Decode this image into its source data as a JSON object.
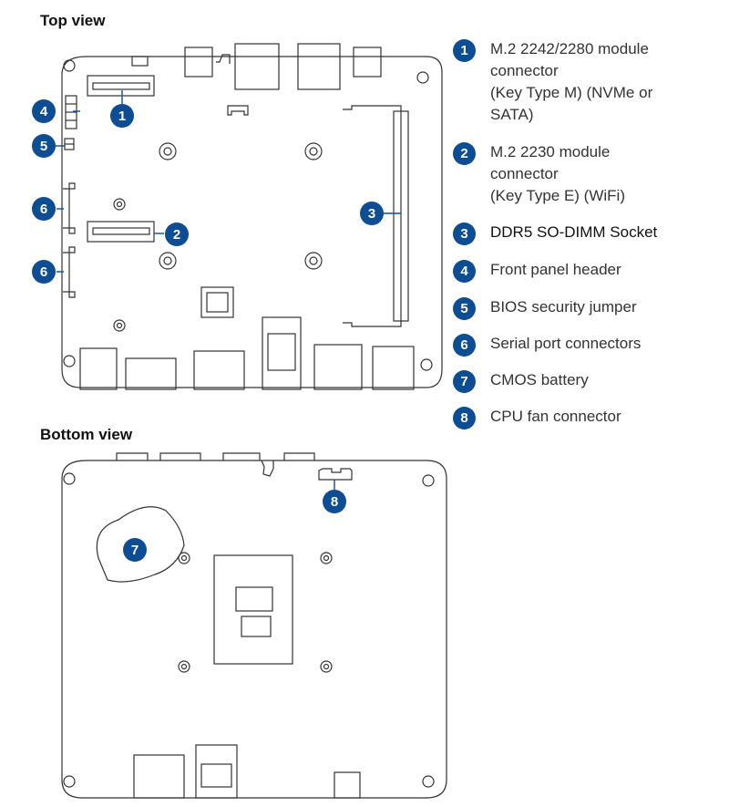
{
  "top_view": {
    "title": "Top view"
  },
  "bottom_view": {
    "title": "Bottom view"
  },
  "callouts": {
    "c1": "1",
    "c2": "2",
    "c3": "3",
    "c4": "4",
    "c5": "5",
    "c6a": "6",
    "c6b": "6",
    "c7": "7",
    "c8": "8"
  },
  "legend": [
    {
      "num": "1",
      "lines": [
        "M.2 2242/2280 module",
        "connector",
        "(Key Type M) (NVMe or",
        "SATA)"
      ]
    },
    {
      "num": "2",
      "lines": [
        "M.2 2230 module",
        "connector",
        "(Key Type E) (WiFi)"
      ]
    },
    {
      "num": "3",
      "lines": [
        "DDR5 SO-DIMM Socket"
      ]
    },
    {
      "num": "4",
      "lines": [
        "Front panel header"
      ]
    },
    {
      "num": "5",
      "lines": [
        "BIOS security jumper"
      ]
    },
    {
      "num": "6",
      "lines": [
        "Serial port connectors"
      ]
    },
    {
      "num": "7",
      "lines": [
        "CMOS battery"
      ]
    },
    {
      "num": "8",
      "lines": [
        "CPU fan connector"
      ]
    }
  ],
  "colors": {
    "callout": "#0d4d94",
    "line": "#333333"
  }
}
